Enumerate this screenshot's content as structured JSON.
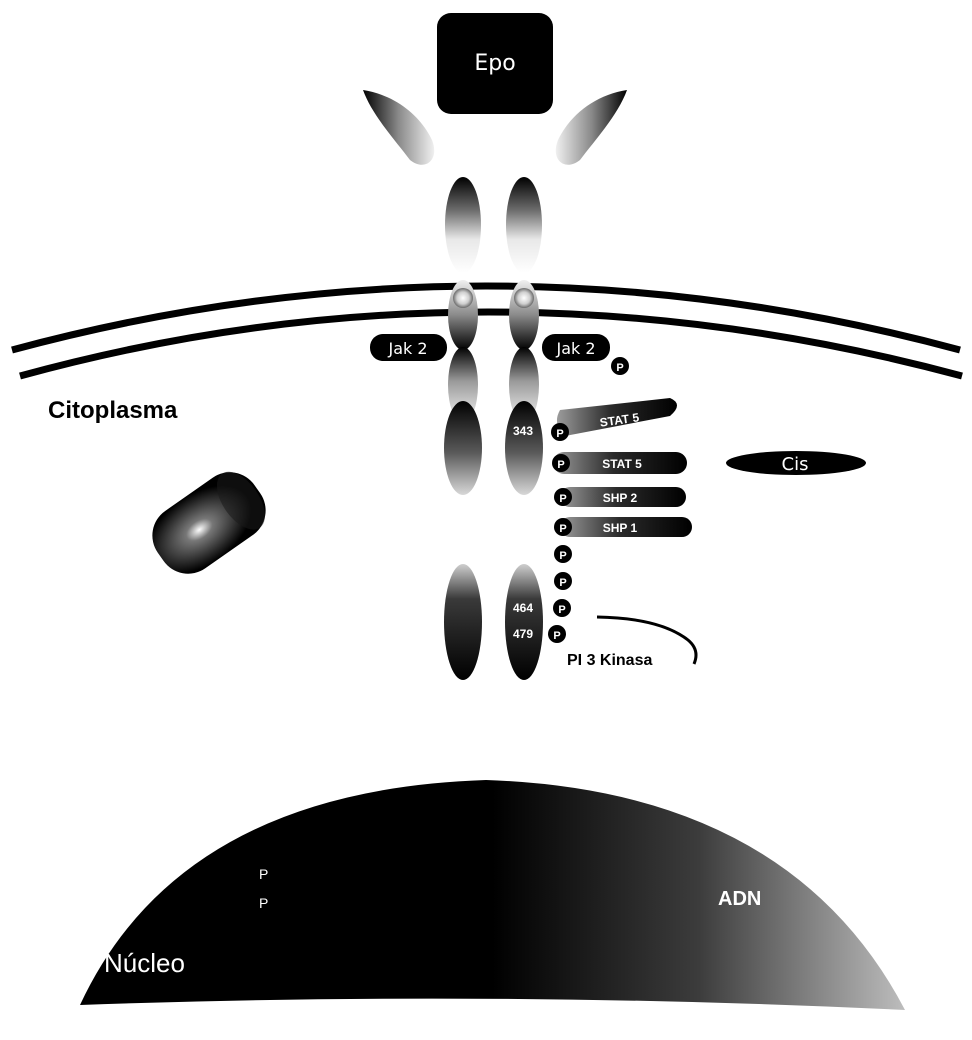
{
  "ligand": {
    "label": "Epo"
  },
  "kinases": {
    "left": "Jak 2",
    "right": "Jak 2"
  },
  "regions": {
    "cytoplasm": "Citoplasma",
    "nucleus": "Núcleo",
    "dna": "ADN"
  },
  "phospho": {
    "symbol": "P"
  },
  "residues": {
    "r343": "343",
    "r464": "464",
    "r479": "479"
  },
  "proteins": {
    "stat_1": "STAT 5",
    "stat_2": "STAT 5",
    "shp_1": "SHP 2",
    "shp_2": "SHP 1",
    "cis": "Cis",
    "pi3k": "PI 3 Kinasa"
  },
  "colors": {
    "dark": "#000000",
    "background": "#ffffff",
    "receptor_mid": "#8c8c8c",
    "receptor_light": "#e6e6e6"
  }
}
